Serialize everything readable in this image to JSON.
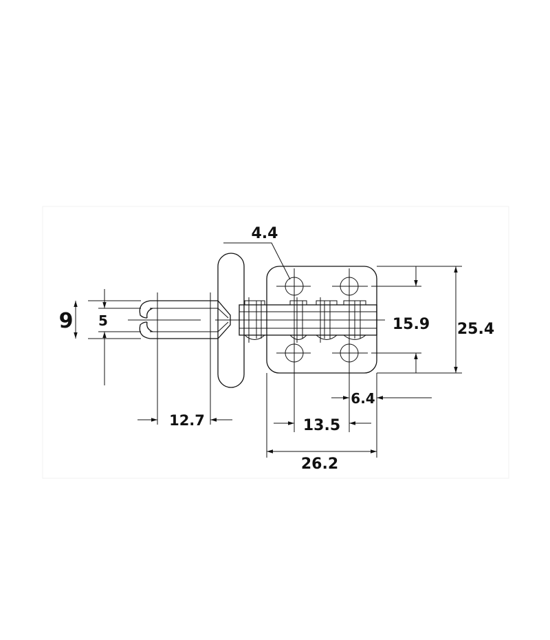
{
  "drawing": {
    "title": "Push-pull toggle clamp dimension drawing",
    "dimensions": {
      "hole_diameter": "4.4",
      "jaw_outer_height": "9",
      "jaw_inner_slot": "5",
      "rod_offset": "12.7",
      "hole_spacing_vertical": "15.9",
      "base_height": "25.4",
      "hole_edge_offset": "6.4",
      "hole_spacing_horizontal": "13.5",
      "base_width": "26.2"
    }
  }
}
